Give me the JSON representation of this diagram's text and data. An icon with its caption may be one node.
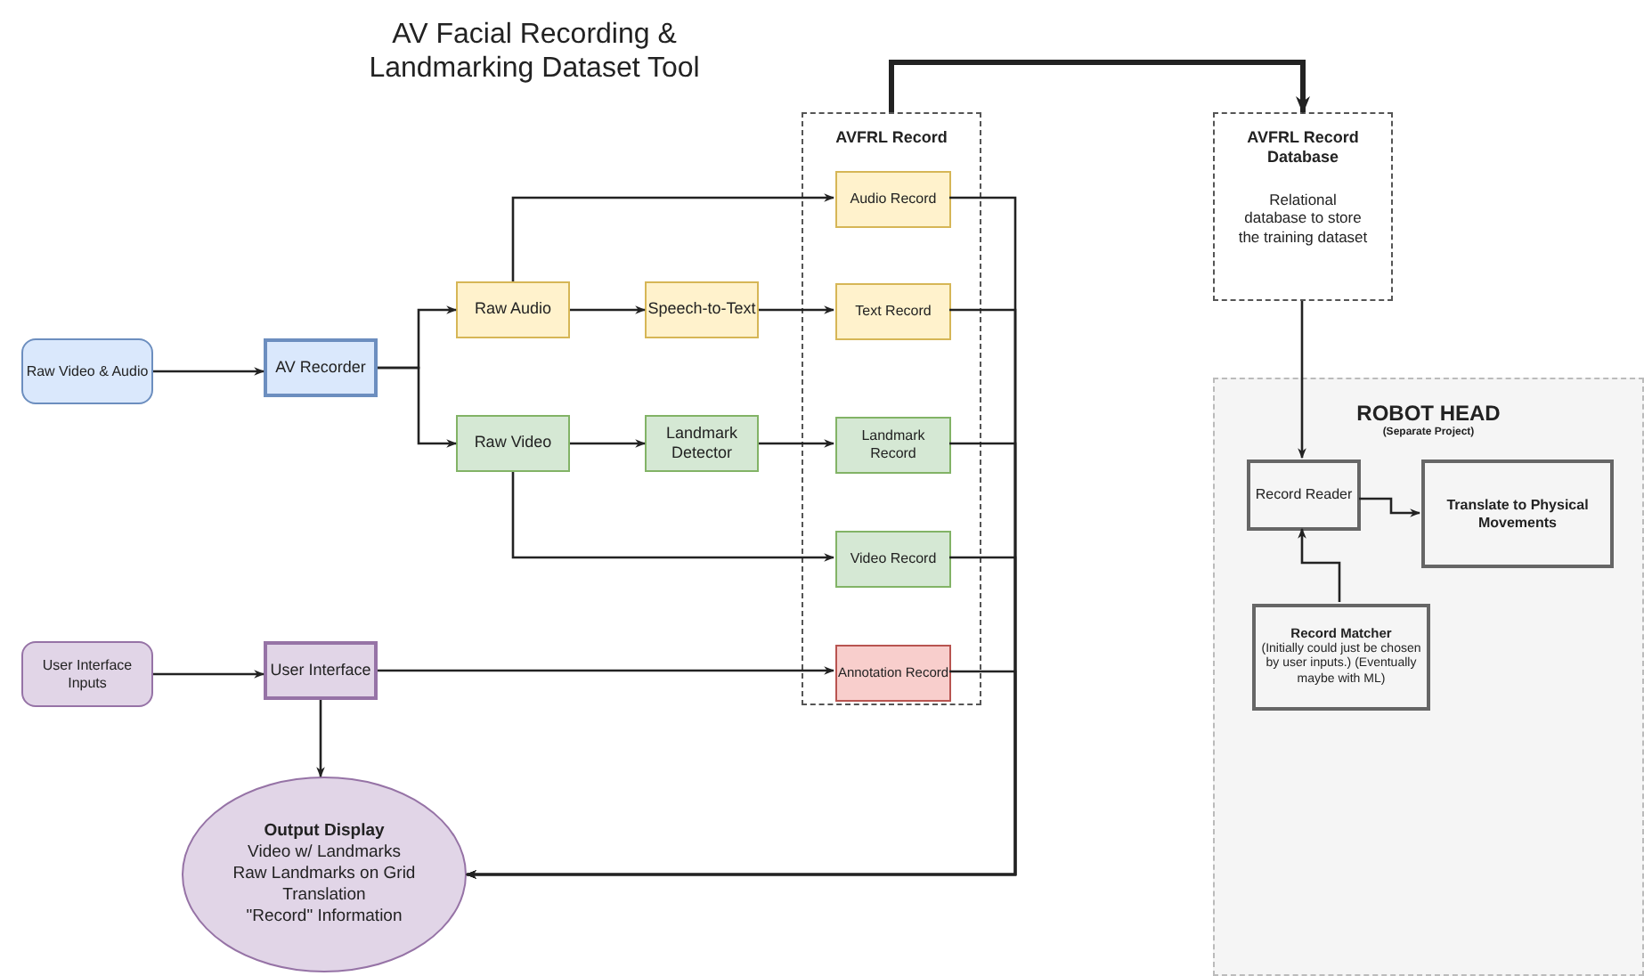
{
  "diagram": {
    "title": "AV Facial Recording & Landmarking Dataset Tool",
    "nodes": [
      {
        "text": [
          "Raw Video & Audio"
        ]
      },
      {
        "text": [
          "AV Recorder"
        ]
      },
      {
        "text": [
          "Raw Audio"
        ]
      },
      {
        "text": [
          "Speech-to-Text"
        ]
      },
      {
        "text": [
          "Raw Video"
        ]
      },
      {
        "text": [
          "Landmark Detector"
        ]
      },
      {
        "text": [
          "User Interface Inputs"
        ]
      },
      {
        "text": [
          "User Interface"
        ]
      },
      {
        "text": [
          "AVFRL Record"
        ]
      },
      {
        "text": [
          "Audio Record"
        ],
        "in": 8
      },
      {
        "text": [
          "Text Record"
        ],
        "in": 8
      },
      {
        "text": [
          "Landmark Record"
        ],
        "in": 8
      },
      {
        "text": [
          "Video Record"
        ],
        "in": 8
      },
      {
        "text": [
          "Annotation Record"
        ],
        "in": 8
      },
      {
        "text": [
          "AVFRL Record Database",
          "Relational database to store the training dataset"
        ]
      },
      {
        "text": [
          "ROBOT HEAD",
          "(Separate Project)"
        ]
      },
      {
        "text": [
          "Record Reader"
        ],
        "in": 15
      },
      {
        "text": [
          "Translate to Physical Movements"
        ],
        "in": 15
      },
      {
        "text": [
          "Record Matcher",
          "(Initially could just be chosen by user inputs.) (Eventually maybe with ML)"
        ],
        "in": 15
      },
      {
        "text": [
          "Output Display",
          "Video w/ Landmarks",
          "Raw Landmarks on Grid",
          "Translation",
          "\"Record\" Information"
        ]
      }
    ],
    "edges": [
      {
        "from": 0,
        "to": 1,
        "arrow": "to"
      },
      {
        "from": 1,
        "to": 2,
        "arrow": "to"
      },
      {
        "from": 1,
        "to": 4,
        "arrow": "to"
      },
      {
        "from": 2,
        "to": 3,
        "arrow": "to"
      },
      {
        "from": 4,
        "to": 5,
        "arrow": "to"
      },
      {
        "from": 3,
        "to": 10,
        "arrow": "to"
      },
      {
        "from": 5,
        "to": 11,
        "arrow": "to"
      },
      {
        "from": 2,
        "to": 9,
        "arrow": "to"
      },
      {
        "from": 4,
        "to": 12,
        "arrow": "to"
      },
      {
        "from": 6,
        "to": 7,
        "arrow": "to"
      },
      {
        "from": 7,
        "to": 13,
        "arrow": "to"
      },
      {
        "from": 7,
        "to": 19,
        "arrow": "to"
      },
      {
        "from": 8,
        "to": 14,
        "arrow": "to",
        "style": "thick"
      },
      {
        "from": 14,
        "to": 16,
        "arrow": "to"
      },
      {
        "from": 16,
        "to": 17,
        "arrow": "to"
      },
      {
        "from": 18,
        "to": 16,
        "arrow": "to"
      },
      {
        "from": 9,
        "to": 19,
        "arrow": "to"
      },
      {
        "from": 10,
        "to": 19,
        "arrow": "to"
      },
      {
        "from": 11,
        "to": 19,
        "arrow": "to"
      },
      {
        "from": 12,
        "to": 19,
        "arrow": "to"
      },
      {
        "from": 13,
        "to": 19,
        "arrow": "to"
      }
    ]
  }
}
